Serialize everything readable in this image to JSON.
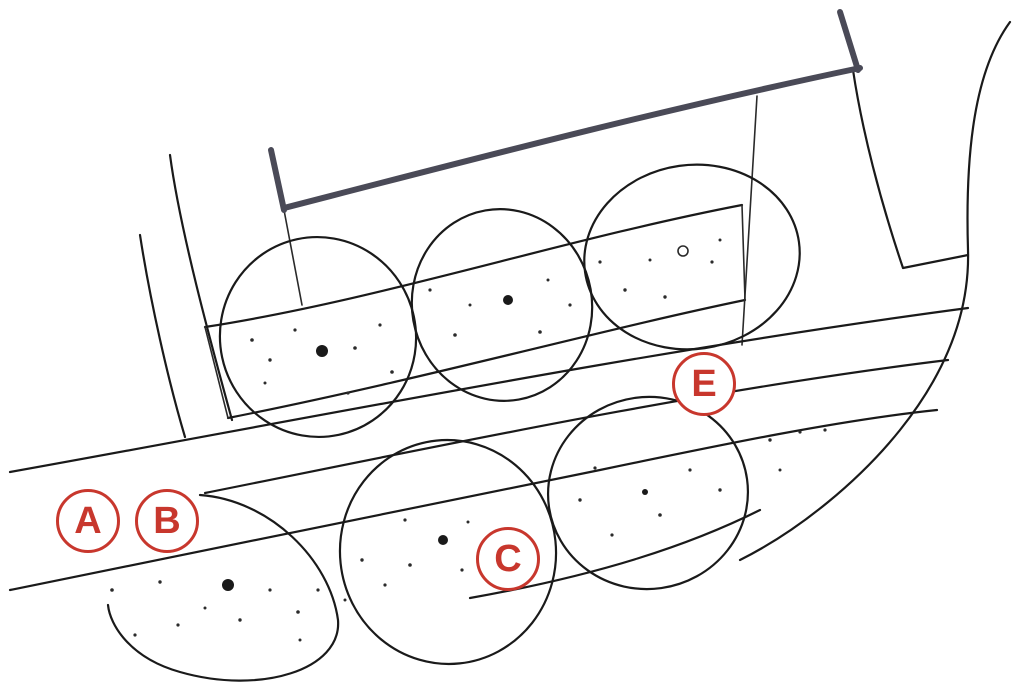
{
  "markers": {
    "a": "A",
    "b": "B",
    "c": "C",
    "e": "E"
  },
  "colors": {
    "marker": "#c8372d",
    "ink": "#1a1a1a",
    "bar": "#4a4a57"
  }
}
